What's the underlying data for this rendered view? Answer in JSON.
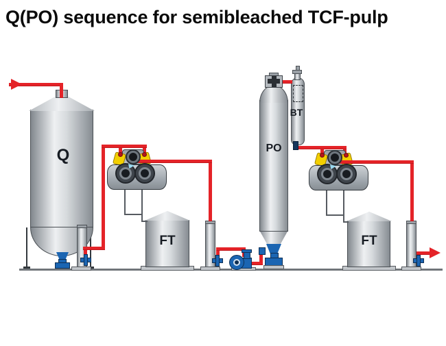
{
  "title": "Q(PO) sequence for semibleached TCF-pulp",
  "labels": {
    "q_tower": "Q",
    "po_tower": "PO",
    "bt_vessel": "BT",
    "filtrate_tank_1": "FT",
    "filtrate_tank_2": "FT"
  },
  "colors": {
    "pipe_red": "#e42328",
    "connector_dot_red": "#b5161c",
    "equipment_blue": "#1b65b2",
    "washer_yellow": "#f3cf00",
    "spray_cyan": "#9ad9f0",
    "vessel_gray_light": "#eef0f2",
    "vessel_gray_dark": "#868c92",
    "thin_line_gray": "#565b61",
    "title_text": "#0b0b0b",
    "label_text": "#171c23"
  }
}
